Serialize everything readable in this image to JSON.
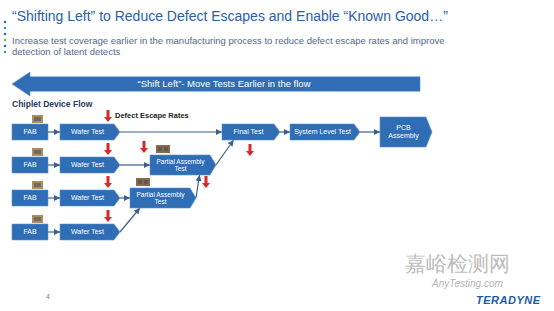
{
  "diagram": {
    "title": "“Shifting Left” to Reduce Defect Escapes and Enable “Known Good…”",
    "nodes": [
      {
        "text": [
          "“Shift Left”- Move Tests Earlier in the flow"
        ]
      },
      {
        "text": [
          "FAB"
        ]
      },
      {
        "text": [
          "Wafer Test"
        ]
      },
      {
        "text": [
          "Final Test"
        ]
      },
      {
        "text": [
          "System Level Test"
        ]
      },
      {
        "text": [
          "PCB Assembly"
        ]
      },
      {
        "text": [
          "FAB"
        ]
      },
      {
        "text": [
          "Wafer Test"
        ]
      },
      {
        "text": [
          "Partial Assembly Test"
        ]
      },
      {
        "text": [
          "FAB"
        ]
      },
      {
        "text": [
          "Wafer Test"
        ]
      },
      {
        "text": [
          "Partial Assembly Test"
        ]
      },
      {
        "text": [
          "FAB"
        ]
      },
      {
        "text": [
          "Wafer Test"
        ]
      }
    ],
    "edges": [
      {
        "from": 1,
        "to": 2,
        "arrow": "to"
      },
      {
        "from": 2,
        "to": 3,
        "arrow": "to"
      },
      {
        "from": 3,
        "to": 4,
        "arrow": "to"
      },
      {
        "from": 4,
        "to": 5,
        "arrow": "to"
      },
      {
        "from": 6,
        "to": 7,
        "arrow": "to"
      },
      {
        "from": 7,
        "to": 8,
        "arrow": "to"
      },
      {
        "from": 8,
        "to": 3,
        "arrow": "to"
      },
      {
        "from": 9,
        "to": 10,
        "arrow": "to"
      },
      {
        "from": 10,
        "to": 11,
        "arrow": "to"
      },
      {
        "from": 11,
        "to": 8,
        "arrow": "to"
      },
      {
        "from": 12,
        "to": 13,
        "arrow": "to"
      },
      {
        "from": 13,
        "to": 11,
        "arrow": "to"
      }
    ],
    "labels": [
      "Increase test coverage earlier in the manufacturing process to reduce defect escape rates and improve detection of latent detects",
      "Chiplet Device Flow",
      "Defect Escape Rates",
      "4",
      "TERADYNE",
      "嘉峪检测网",
      "AnyTesting.com"
    ]
  }
}
